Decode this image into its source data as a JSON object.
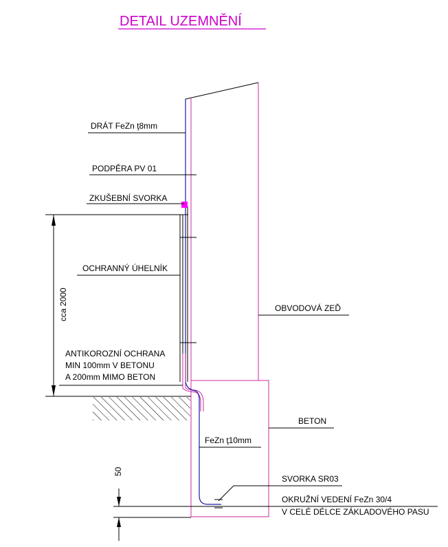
{
  "title": "DETAIL UZEMNĚNÍ",
  "labels": {
    "drat": "DRÁT FeZn ţ8mm",
    "podpera": "PODPĚRA PV 01",
    "svorka_zkusebni": "ZKUŠEBNÍ SVORKA",
    "uhelnik": "OCHRANNÝ ÚHELNÍK",
    "obvodova_zed": "OBVODOVÁ ZEĎ",
    "antikor_1": "ANTIKOROZNÍ OCHRANA",
    "antikor_2": "MIN 100mm V BETONU",
    "antikor_3": "A 200mm MIMO BETON",
    "beton": "BETON",
    "fezn10": "FeZn ţ10mm",
    "svorka_sr03": "SVORKA SR03",
    "okruzni_1": "OKRUŽNÍ VEDENÍ FeZn 30/4",
    "okruzni_2": "V CELÉ DÉLCE ZÁKLADOVÉHO PASU",
    "dim_2000": "cca 2000",
    "dim_50": "50"
  },
  "colors": {
    "title": "#cc00cc",
    "outline": "#cc2a9a",
    "conductor": "#1a1aa6",
    "clamp": "#ff00ff",
    "leader": "#000000"
  }
}
